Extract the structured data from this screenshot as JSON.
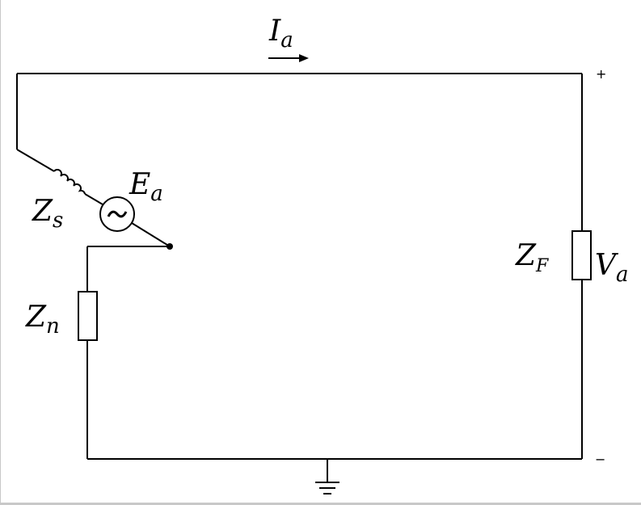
{
  "diagram": {
    "current": {
      "symbol": "I",
      "subscript": "a"
    },
    "source_emf": {
      "symbol": "E",
      "subscript": "a"
    },
    "source_impedance": {
      "symbol": "Z",
      "subscript": "s"
    },
    "neutral_impedance": {
      "symbol": "Z",
      "subscript": "n"
    },
    "fault_impedance": {
      "symbol": "Z",
      "subscript": "F"
    },
    "fault_voltage": {
      "symbol": "V",
      "subscript": "a"
    },
    "polarity_plus": "+",
    "polarity_minus": "−",
    "source_glyph": "~"
  }
}
